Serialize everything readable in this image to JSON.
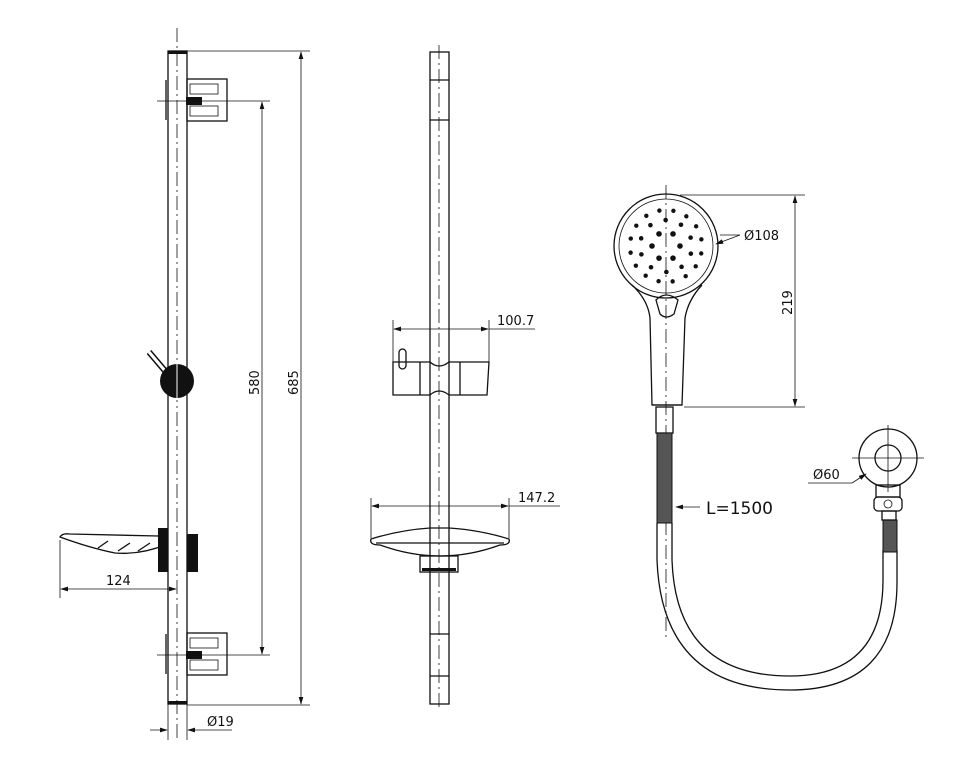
{
  "dimensions": {
    "total_height": "685",
    "bracket_spacing": "580",
    "soap_dish_depth": "124",
    "rail_diameter": "Ø19",
    "slider_width": "100.7",
    "dish_width": "147.2",
    "head_diameter": "Ø108",
    "head_length": "219",
    "hose_length": "L=1500",
    "outlet_diameter": "Ø60"
  },
  "colors": {
    "line": "#111111",
    "background": "#ffffff"
  }
}
